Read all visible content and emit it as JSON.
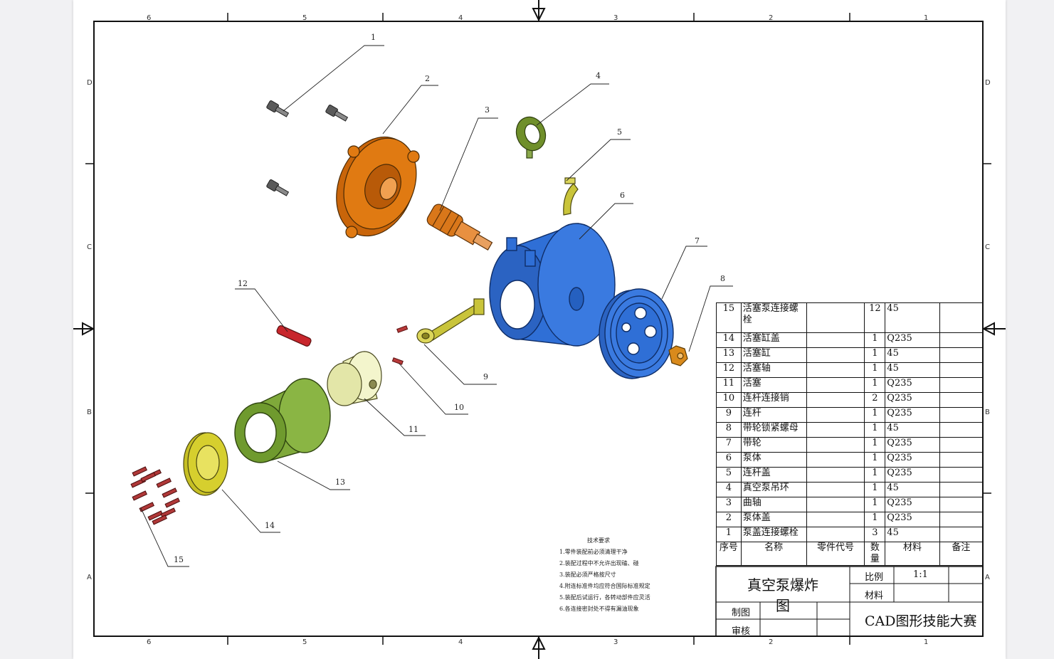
{
  "zones": {
    "columns": [
      "6",
      "5",
      "4",
      "3",
      "2",
      "1"
    ],
    "rows": [
      "D",
      "C",
      "B",
      "A"
    ]
  },
  "balloons": [
    "1",
    "2",
    "3",
    "4",
    "5",
    "6",
    "7",
    "8",
    "9",
    "10",
    "11",
    "12",
    "13",
    "14",
    "15"
  ],
  "bom": {
    "rows": [
      {
        "no": "15",
        "name": "活塞泵连接螺栓",
        "code": "",
        "qty": "12",
        "material": "45",
        "remark": ""
      },
      {
        "no": "14",
        "name": "活塞缸盖",
        "code": "",
        "qty": "1",
        "material": "Q235",
        "remark": ""
      },
      {
        "no": "13",
        "name": "活塞缸",
        "code": "",
        "qty": "1",
        "material": "45",
        "remark": ""
      },
      {
        "no": "12",
        "name": "活塞轴",
        "code": "",
        "qty": "1",
        "material": "45",
        "remark": ""
      },
      {
        "no": "11",
        "name": "活塞",
        "code": "",
        "qty": "1",
        "material": "Q235",
        "remark": ""
      },
      {
        "no": "10",
        "name": "连杆连接销",
        "code": "",
        "qty": "2",
        "material": "Q235",
        "remark": ""
      },
      {
        "no": "9",
        "name": "连杆",
        "code": "",
        "qty": "1",
        "material": "Q235",
        "remark": ""
      },
      {
        "no": "8",
        "name": "带轮锁紧螺母",
        "code": "",
        "qty": "1",
        "material": "45",
        "remark": ""
      },
      {
        "no": "7",
        "name": "带轮",
        "code": "",
        "qty": "1",
        "material": "Q235",
        "remark": ""
      },
      {
        "no": "6",
        "name": "泵体",
        "code": "",
        "qty": "1",
        "material": "Q235",
        "remark": ""
      },
      {
        "no": "5",
        "name": "连杆盖",
        "code": "",
        "qty": "1",
        "material": "Q235",
        "remark": ""
      },
      {
        "no": "4",
        "name": "真空泵吊环",
        "code": "",
        "qty": "1",
        "material": "45",
        "remark": ""
      },
      {
        "no": "3",
        "name": "曲轴",
        "code": "",
        "qty": "1",
        "material": "Q235",
        "remark": ""
      },
      {
        "no": "2",
        "name": "泵体盖",
        "code": "",
        "qty": "1",
        "material": "Q235",
        "remark": ""
      },
      {
        "no": "1",
        "name": "泵盖连接螺栓",
        "code": "",
        "qty": "3",
        "material": "45",
        "remark": ""
      }
    ],
    "headers": {
      "no": "序号",
      "name": "名称",
      "code": "零件代号",
      "qty": "数量",
      "material": "材料",
      "remark": "备注"
    }
  },
  "title_block": {
    "title": "真空泵爆炸图",
    "scale_label": "比例",
    "scale_value": "1:1",
    "material_label": "材料",
    "drawn_label": "制图",
    "checked_label": "审核",
    "org": "CAD图形技能大赛"
  },
  "notes": {
    "heading": "技术要求",
    "items": [
      "1.零件装配前必须清理干净",
      "2.装配过程中不允许出现磕、碰",
      "3.装配必须严格按尺寸",
      "4.附连标准件均应符合国际标准规定",
      "5.装配后试运行，各转动部件应灵活",
      "6.各连接密封处不得有漏油现象"
    ]
  },
  "colors": {
    "bolt": "#5a5a5a",
    "pump_cover": "#e07a12",
    "crankshaft": "#d9771a",
    "lifting_ring": "#6f8f2a",
    "conrod_cap": "#c9c43a",
    "pump_body": "#2f6fd6",
    "pulley": "#2f6fd6",
    "nut": "#d98a1c",
    "conrod": "#c9c43a",
    "pin": "#b83a3a",
    "piston": "#ecefb8",
    "piston_shaft": "#c8262c",
    "cylinder": "#7fa93a",
    "cylinder_cover": "#d6cf2e",
    "screw": "#b03838"
  }
}
